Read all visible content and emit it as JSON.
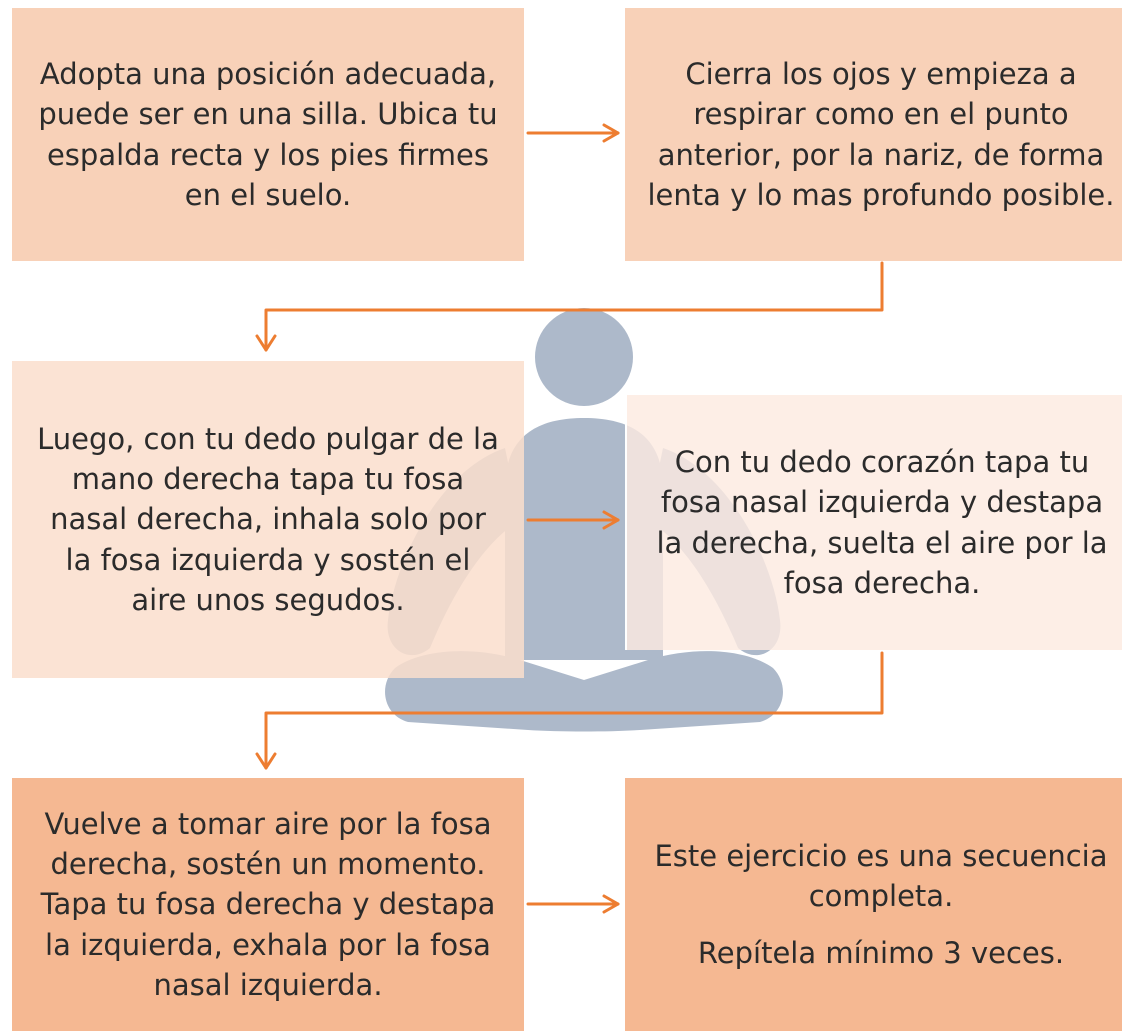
{
  "steps": [
    {
      "id": "step1",
      "lines": [
        "Adopta una posición adecuada, puede ser en una silla. Ubica tu espalda recta y los pies firmes en el suelo."
      ]
    },
    {
      "id": "step2",
      "lines": [
        "Cierra los ojos y empieza a respirar como en el punto anterior, por la nariz, de forma lenta y lo mas profundo posible."
      ]
    },
    {
      "id": "step3",
      "lines": [
        "Luego, con tu dedo pulgar de la mano derecha tapa tu fosa nasal derecha, inhala solo por la fosa izquierda y sostén el aire unos segudos."
      ]
    },
    {
      "id": "step4",
      "lines": [
        "Con tu dedo corazón tapa tu fosa nasal izquierda y destapa la derecha, suelta el aire por la fosa derecha."
      ]
    },
    {
      "id": "step5",
      "lines": [
        "Vuelve a tomar aire por la fosa derecha, sostén un momento. Tapa tu fosa derecha y destapa la izquierda, exhala por la fosa nasal izquierda."
      ]
    },
    {
      "id": "step6",
      "lines": [
        "Este ejercicio es una secuencia completa.",
        "Repítela mínimo 3 veces."
      ]
    }
  ],
  "colors": {
    "arrow": "#ed7d31",
    "figure": "#adb9ca"
  },
  "icons": {
    "background_figure": "meditating-person-icon"
  }
}
